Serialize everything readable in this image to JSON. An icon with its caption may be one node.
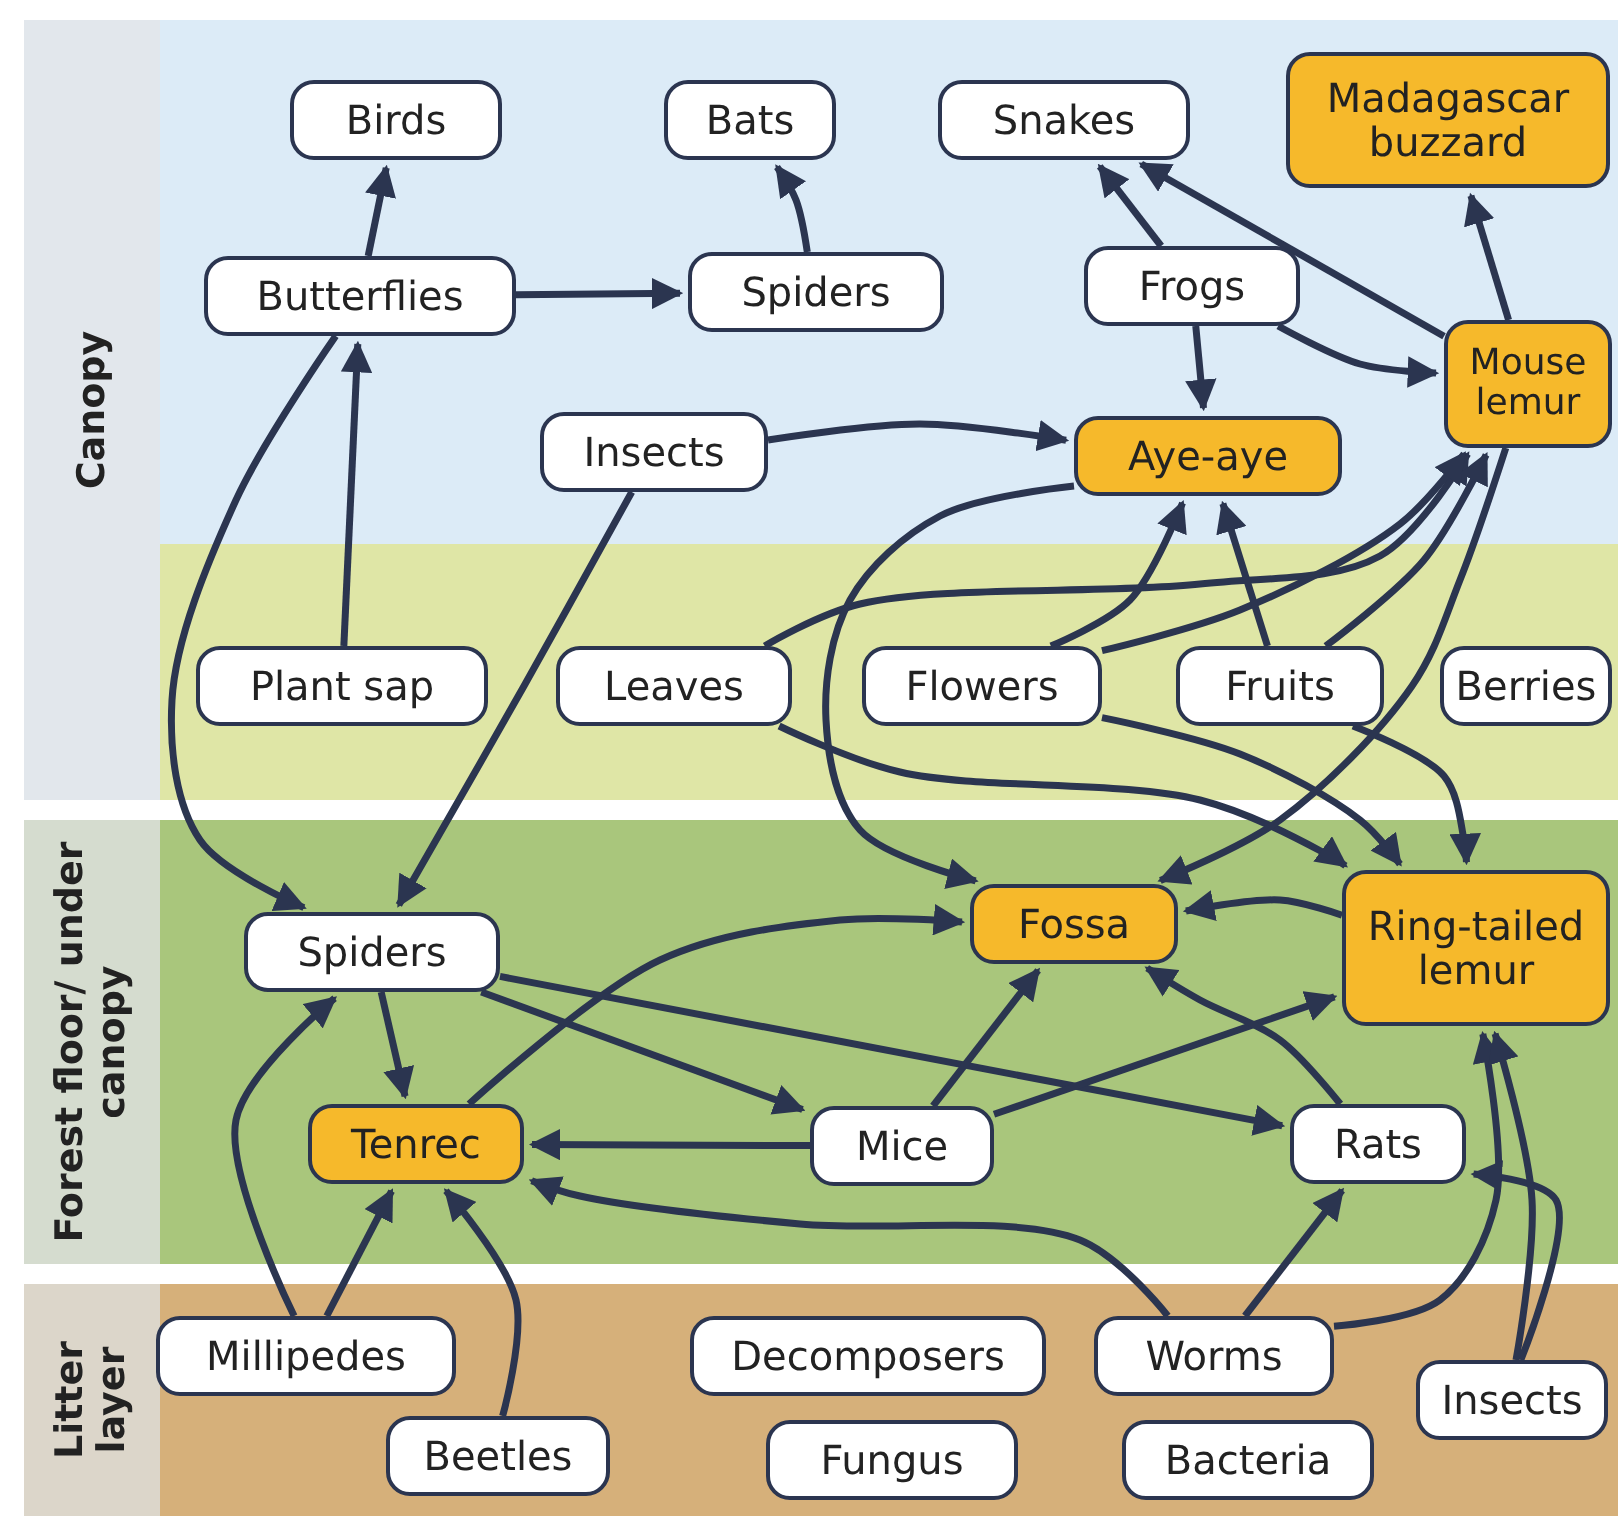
{
  "diagram": {
    "nodes": [
      {
        "text": [
          "Canopy"
        ]
      },
      {
        "text": [
          "Forest floor/ under canopy"
        ]
      },
      {
        "text": [
          "Litter layer"
        ]
      },
      {
        "text": [
          "Birds"
        ],
        "in": 0
      },
      {
        "text": [
          "Bats"
        ],
        "in": 0
      },
      {
        "text": [
          "Snakes"
        ],
        "in": 0
      },
      {
        "text": [
          "Madagascar buzzard"
        ],
        "in": 0
      },
      {
        "text": [
          "Butterflies"
        ],
        "in": 0
      },
      {
        "text": [
          "Spiders"
        ],
        "in": 0
      },
      {
        "text": [
          "Frogs"
        ],
        "in": 0
      },
      {
        "text": [
          "Mouse lemur"
        ],
        "in": 0
      },
      {
        "text": [
          "Insects"
        ],
        "in": 0
      },
      {
        "text": [
          "Aye-aye"
        ],
        "in": 0
      },
      {
        "text": [
          "Plant sap"
        ],
        "in": 0
      },
      {
        "text": [
          "Leaves"
        ],
        "in": 0
      },
      {
        "text": [
          "Flowers"
        ],
        "in": 0
      },
      {
        "text": [
          "Fruits"
        ],
        "in": 0
      },
      {
        "text": [
          "Berries"
        ],
        "in": 0
      },
      {
        "text": [
          "Spiders"
        ],
        "in": 1
      },
      {
        "text": [
          "Fossa"
        ],
        "in": 1
      },
      {
        "text": [
          "Ring-tailed lemur"
        ],
        "in": 1
      },
      {
        "text": [
          "Tenrec"
        ],
        "in": 1
      },
      {
        "text": [
          "Mice"
        ],
        "in": 1
      },
      {
        "text": [
          "Rats"
        ],
        "in": 1
      },
      {
        "text": [
          "Millipedes"
        ],
        "in": 2
      },
      {
        "text": [
          "Decomposers"
        ],
        "in": 2
      },
      {
        "text": [
          "Worms"
        ],
        "in": 2
      },
      {
        "text": [
          "Insects"
        ],
        "in": 2
      },
      {
        "text": [
          "Beetles"
        ],
        "in": 2
      },
      {
        "text": [
          "Fungus"
        ],
        "in": 2
      },
      {
        "text": [
          "Bacteria"
        ],
        "in": 2
      }
    ],
    "edges": [
      {
        "from": 7,
        "to": 3,
        "arrow": "to"
      },
      {
        "from": 7,
        "to": 8,
        "arrow": "to"
      },
      {
        "from": 8,
        "to": 4,
        "arrow": "to"
      },
      {
        "from": 9,
        "to": 5,
        "arrow": "to"
      },
      {
        "from": 9,
        "to": 12,
        "arrow": "to"
      },
      {
        "from": 9,
        "to": 10,
        "arrow": "to"
      },
      {
        "from": 10,
        "to": 5,
        "arrow": "to"
      },
      {
        "from": 10,
        "to": 6,
        "arrow": "to"
      },
      {
        "from": 11,
        "to": 12,
        "arrow": "to"
      },
      {
        "from": 13,
        "to": 7,
        "arrow": "to"
      },
      {
        "from": 7,
        "to": 18,
        "arrow": "to"
      },
      {
        "from": 11,
        "to": 18,
        "arrow": "to"
      },
      {
        "from": 14,
        "to": 10,
        "arrow": "to"
      },
      {
        "from": 15,
        "to": 12,
        "arrow": "to"
      },
      {
        "from": 15,
        "to": 10,
        "arrow": "to"
      },
      {
        "from": 16,
        "to": 12,
        "arrow": "to"
      },
      {
        "from": 16,
        "to": 10,
        "arrow": "to"
      },
      {
        "from": 12,
        "to": 19,
        "arrow": "to"
      },
      {
        "from": 14,
        "to": 20,
        "arrow": "to"
      },
      {
        "from": 15,
        "to": 20,
        "arrow": "to"
      },
      {
        "from": 16,
        "to": 20,
        "arrow": "to"
      },
      {
        "from": 10,
        "to": 19,
        "arrow": "to"
      },
      {
        "from": 20,
        "to": 19,
        "arrow": "to"
      },
      {
        "from": 21,
        "to": 19,
        "arrow": "to"
      },
      {
        "from": 18,
        "to": 21,
        "arrow": "to"
      },
      {
        "from": 18,
        "to": 22,
        "arrow": "to"
      },
      {
        "from": 18,
        "to": 23,
        "arrow": "to"
      },
      {
        "from": 22,
        "to": 21,
        "arrow": "to"
      },
      {
        "from": 22,
        "to": 19,
        "arrow": "to"
      },
      {
        "from": 22,
        "to": 20,
        "arrow": "to"
      },
      {
        "from": 23,
        "to": 19,
        "arrow": "to"
      },
      {
        "from": 26,
        "to": 21,
        "arrow": "to"
      },
      {
        "from": 26,
        "to": 23,
        "arrow": "to"
      },
      {
        "from": 26,
        "to": 20,
        "arrow": "to"
      },
      {
        "from": 27,
        "to": 23,
        "arrow": "to"
      },
      {
        "from": 27,
        "to": 20,
        "arrow": "to"
      },
      {
        "from": 24,
        "to": 18,
        "arrow": "to"
      },
      {
        "from": 24,
        "to": 21,
        "arrow": "to"
      },
      {
        "from": 28,
        "to": 21,
        "arrow": "to"
      }
    ]
  }
}
